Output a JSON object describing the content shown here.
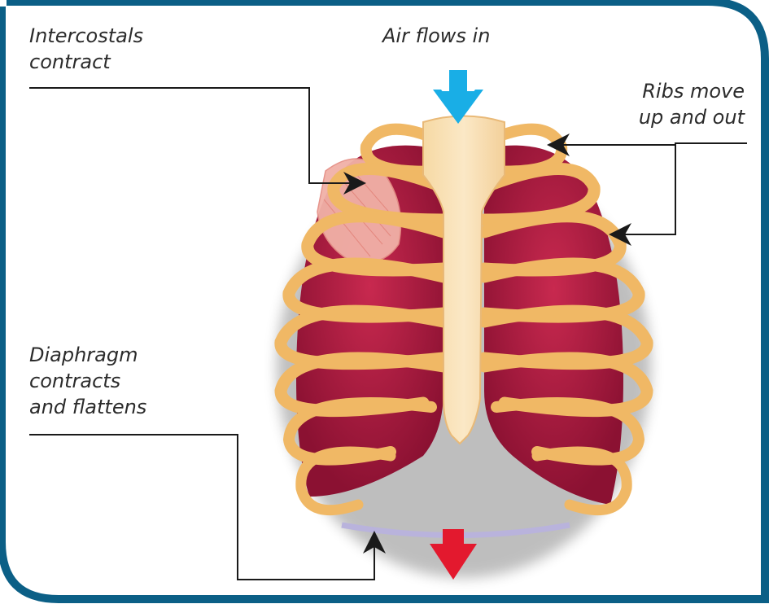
{
  "labels": {
    "intercostals": "Intercostals\ncontract",
    "air": "Air flows in",
    "ribs": "Ribs move\nup and out",
    "diaphragm": "Diaphragm\ncontracts\nand flattens"
  },
  "colors": {
    "frame_border": "#0b5f86",
    "bone": "#f2c27a",
    "bone_light": "#fbe6bd",
    "lung": "#b0193f",
    "lung_dark": "#8b1132",
    "muscle": "#f1b1a7",
    "air_arrow": "#19aee6",
    "diaphragm_arrow": "#e3192e",
    "pointer": "#1a1a1a",
    "diaphragm": "#b9b3dc"
  },
  "icons": {
    "air_arrow": "arrow-down-icon",
    "diaphragm_arrow": "arrow-down-icon",
    "pointer": "chevron-pointer-icon"
  }
}
